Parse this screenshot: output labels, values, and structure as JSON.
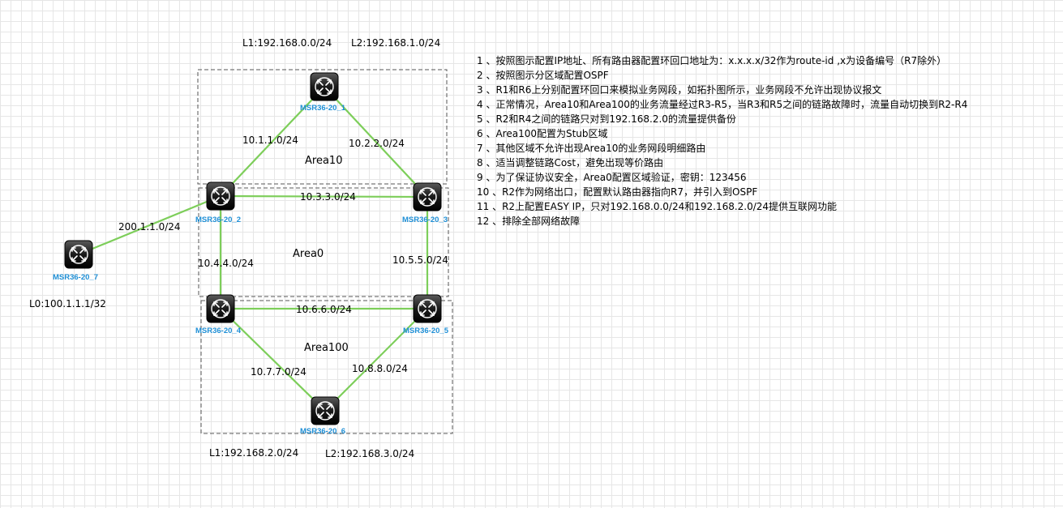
{
  "subnet_labels": {
    "top_l1": "L1:192.168.0.0/24",
    "top_l2": "L2:192.168.1.0/24",
    "bottom_l1": "L1:192.168.2.0/24",
    "bottom_l2": "L2:192.168.3.0/24",
    "r7_loopback": "L0:100.1.1.1/32"
  },
  "areas": {
    "area10": "Area10",
    "area0": "Area0",
    "area100": "Area100"
  },
  "routers": {
    "r1": "MSR36-20_1",
    "r2": "MSR36-20_2",
    "r3": "MSR36-20_3",
    "r4": "MSR36-20_4",
    "r5": "MSR36-20_5",
    "r6": "MSR36-20_6",
    "r7": "MSR36-20_7"
  },
  "links": {
    "r1_r2": "10.1.1.0/24",
    "r1_r3": "10.2.2.0/24",
    "r2_r3": "10.3.3.0/24",
    "r2_r4": "10.4.4.0/24",
    "r3_r5": "10.5.5.0/24",
    "r4_r5": "10.6.6.0/24",
    "r4_r6": "10.7.7.0/24",
    "r5_r6": "10.8.8.0/24",
    "r2_r7": "200.1.1.0/24"
  },
  "requirements": [
    "1 、按照图示配置IP地址、所有路由器配置环回口地址为：x.x.x.x/32作为route-id ,x为设备编号（R7除外）",
    "2 、按照图示分区域配置OSPF",
    "3 、R1和R6上分别配置环回口来模拟业务网段，如拓扑图所示，业务网段不允许出现协议报文",
    "4 、正常情况，Area10和Area100的业务流量经过R3-R5，当R3和R5之间的链路故障时，流量自动切换到R2-R4",
    "5 、R2和R4之间的链路只对到192.168.2.0的流量提供备份",
    "6 、Area100配置为Stub区域",
    "7 、其他区域不允许出现Area10的业务网段明细路由",
    "8 、适当调整链路Cost，避免出现等价路由",
    "9 、为了保证协议安全，Area0配置区域验证，密钥：123456",
    "10 、R2作为网络出口，配置默认路由器指向R7，并引入到OSPF",
    "11 、R2上配置EASY IP，只对192.168.0.0/24和192.168.2.0/24提供互联网功能",
    "12 、排除全部网络故障"
  ],
  "colors": {
    "link": "#7dce5a",
    "device_label": "#1e8fd6",
    "router_body": "#1a1a1a"
  }
}
